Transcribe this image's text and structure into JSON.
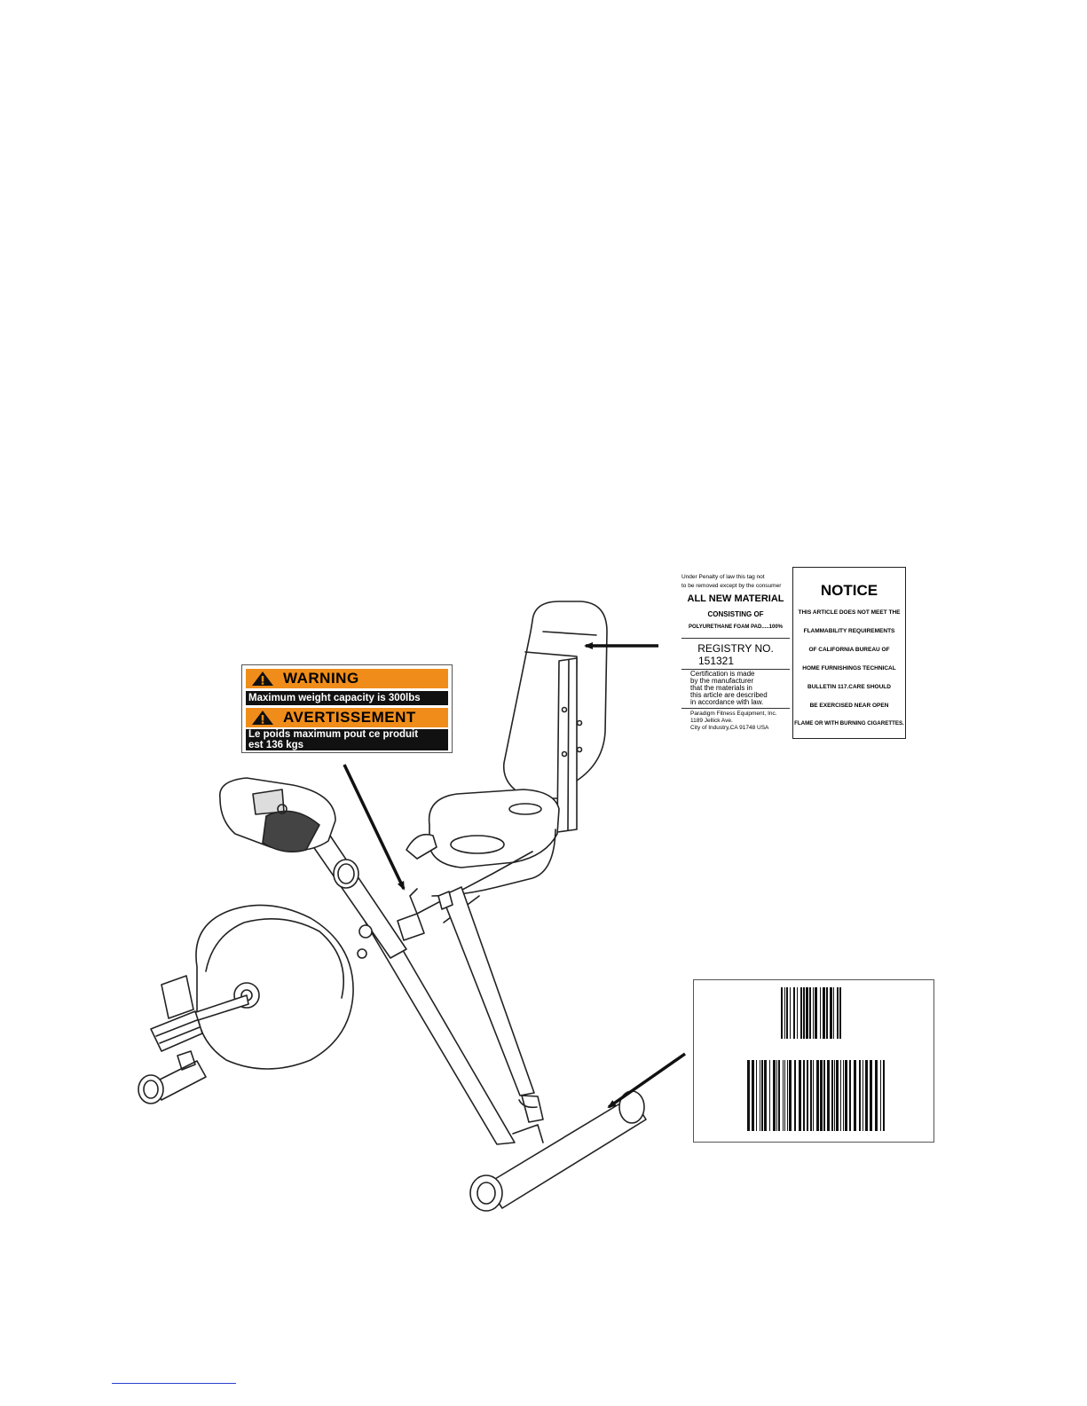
{
  "warning_label": {
    "heading_en": "WARNING",
    "text_en": "Maximum weight capacity is 300lbs",
    "heading_fr": "AVERTISSEMENT",
    "text_fr_line1": "Le poids maximum pout ce produit",
    "text_fr_line2": "est 136 kgs",
    "color_band": "#f08d1a"
  },
  "material_tag": {
    "line1": "Under Penalty of law this tag not",
    "line2": "to be removed except by the consumer",
    "headline1": "ALL NEW MATERIAL",
    "headline2": "CONSISTING OF",
    "headline3": "POLYURETHANE FOAM PAD.....100%",
    "registry_label": "REGISTRY NO.",
    "registry_number": "151321",
    "cert1": "Certification is made",
    "cert2": "by the manufacturer",
    "cert3": "that the materials in",
    "cert4": "this article are described",
    "cert5": "in accordance with law.",
    "company": "Paradigm Fitness Equipment, Inc.",
    "street": "1189 Jellick Ave.",
    "city": "City of Industry,CA 91748 USA"
  },
  "notice_tag": {
    "title": "NOTICE",
    "line1": "THIS ARTICLE DOES NOT MEET THE",
    "line2": "FLAMMABILITY REQUIREMENTS",
    "line3": "OF CALIFORNIA BUREAU OF",
    "line4": "HOME FURNISHINGS TECHNICAL",
    "line5": "BULLETIN 117.CARE SHOULD",
    "line6": "BE EXERCISED NEAR OPEN",
    "line7": "FLAME OR WITH BURNING CIGARETTES."
  },
  "icons": [
    "warning-triangle-icon",
    "arrow-icon",
    "barcode-icon"
  ]
}
